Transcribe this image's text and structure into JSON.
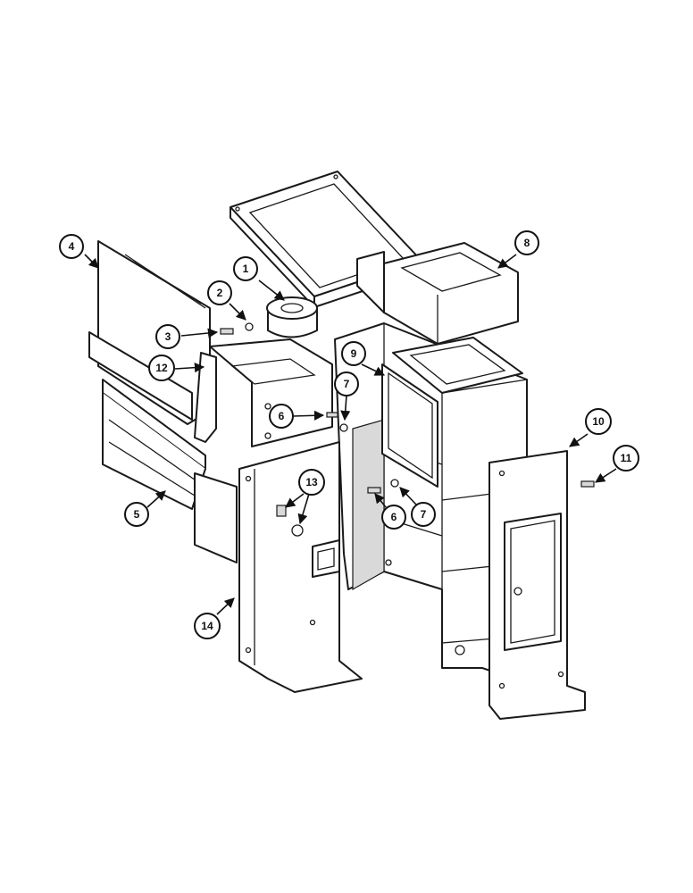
{
  "diagram": {
    "callouts": [
      {
        "id": "c1",
        "label": "1"
      },
      {
        "id": "c2",
        "label": "2"
      },
      {
        "id": "c3",
        "label": "3"
      },
      {
        "id": "c4",
        "label": "4"
      },
      {
        "id": "c5",
        "label": "5"
      },
      {
        "id": "c6a",
        "label": "6"
      },
      {
        "id": "c6b",
        "label": "6"
      },
      {
        "id": "c7a",
        "label": "7"
      },
      {
        "id": "c7b",
        "label": "7"
      },
      {
        "id": "c8",
        "label": "8"
      },
      {
        "id": "c9",
        "label": "9"
      },
      {
        "id": "c10",
        "label": "10"
      },
      {
        "id": "c11",
        "label": "11"
      },
      {
        "id": "c12",
        "label": "12"
      },
      {
        "id": "c13",
        "label": "13"
      },
      {
        "id": "c14",
        "label": "14"
      }
    ],
    "colors": {
      "ink": "#1a1a1a",
      "paper": "#ffffff",
      "shade": "#d9d9d9"
    }
  }
}
